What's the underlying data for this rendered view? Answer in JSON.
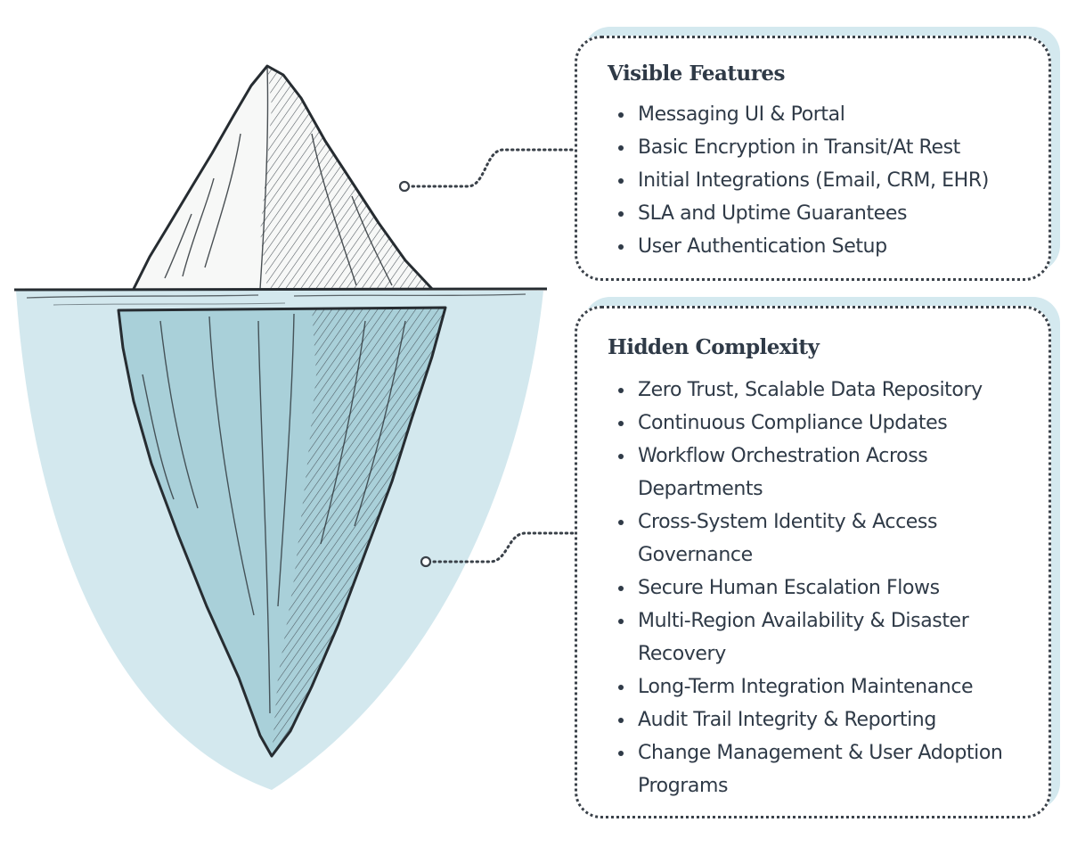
{
  "colors": {
    "water": "#d3e8ee",
    "ice_top": "#f7f8f7",
    "ice_under": "#a9d0d9",
    "ink": "#262c31",
    "card_shadow": "#d4e9ef",
    "text": "#2f3a47"
  },
  "visible_features": {
    "title": "Visible Features",
    "items": [
      "Messaging UI & Portal",
      "Basic Encryption in Transit/At Rest",
      "Initial Integrations (Email, CRM, EHR)",
      "SLA and Uptime Guarantees",
      "User Authentication Setup"
    ]
  },
  "hidden_complexity": {
    "title": "Hidden Complexity",
    "items": [
      "Zero Trust, Scalable Data Repository",
      "Continuous Compliance Updates",
      "Workflow Orchestration Across Departments",
      "Cross-System Identity & Access Governance",
      "Secure Human Escalation Flows",
      "Multi-Region Availability & Disaster Recovery",
      "Long-Term Integration Maintenance",
      "Audit Trail Integrity & Reporting",
      "Change Management & User Adoption Programs"
    ]
  }
}
